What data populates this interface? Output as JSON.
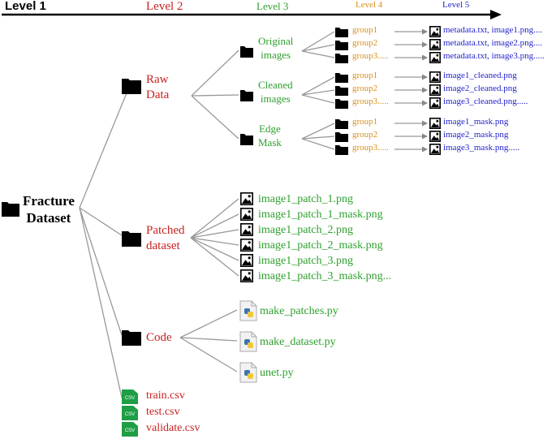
{
  "levels": [
    "Level 1",
    "Level 2",
    "Level 3",
    "Level 4",
    "Level 5"
  ],
  "root": [
    "Fracture",
    "Dataset"
  ],
  "raw_data": {
    "label": [
      "Raw",
      "Data"
    ],
    "children": [
      {
        "label": [
          "Original",
          "images"
        ],
        "groups": [
          {
            "group": "group1",
            "file": "metadata.txt, image1.png...."
          },
          {
            "group": "group2",
            "file": "metadata.txt, image2.png...."
          },
          {
            "group": "group3.....",
            "file": "metadata.txt, image3.png....."
          }
        ]
      },
      {
        "label": [
          "Cleaned",
          "images"
        ],
        "groups": [
          {
            "group": "group1",
            "file": "image1_cleaned.png"
          },
          {
            "group": "group2",
            "file": "image2_cleaned.png"
          },
          {
            "group": "group3.....",
            "file": "image3_cleaned.png....."
          }
        ]
      },
      {
        "label": [
          "Edge",
          "Mask"
        ],
        "groups": [
          {
            "group": "group1",
            "file": "image1_mask.png"
          },
          {
            "group": "group2",
            "file": "image2_mask.png"
          },
          {
            "group": "group3.....",
            "file": "image3_mask.png....."
          }
        ]
      }
    ]
  },
  "patched": {
    "label": [
      "Patched",
      "dataset"
    ],
    "files": [
      "image1_patch_1.png",
      "image1_patch_1_mask.png",
      "image1_patch_2.png",
      "image1_patch_2_mask.png",
      "image1_patch_3.png",
      "image1_patch_3_mask.png..."
    ]
  },
  "code": {
    "label": "Code",
    "files": [
      "make_patches.py",
      "make_dataset.py",
      "unet.py"
    ]
  },
  "csv_files": [
    "train.csv",
    "test.csv",
    "validate.csv"
  ],
  "csv_icon_text": "CSV",
  "colors": {
    "level2": "#c8201f",
    "level3": "#2fa02f",
    "level4": "#d9901a",
    "level5": "#2222cc",
    "connector": "#999999",
    "csv_green": "#1e9e45"
  },
  "icons": [
    "folder-icon",
    "image-file-icon",
    "python-file-icon",
    "csv-file-icon"
  ]
}
